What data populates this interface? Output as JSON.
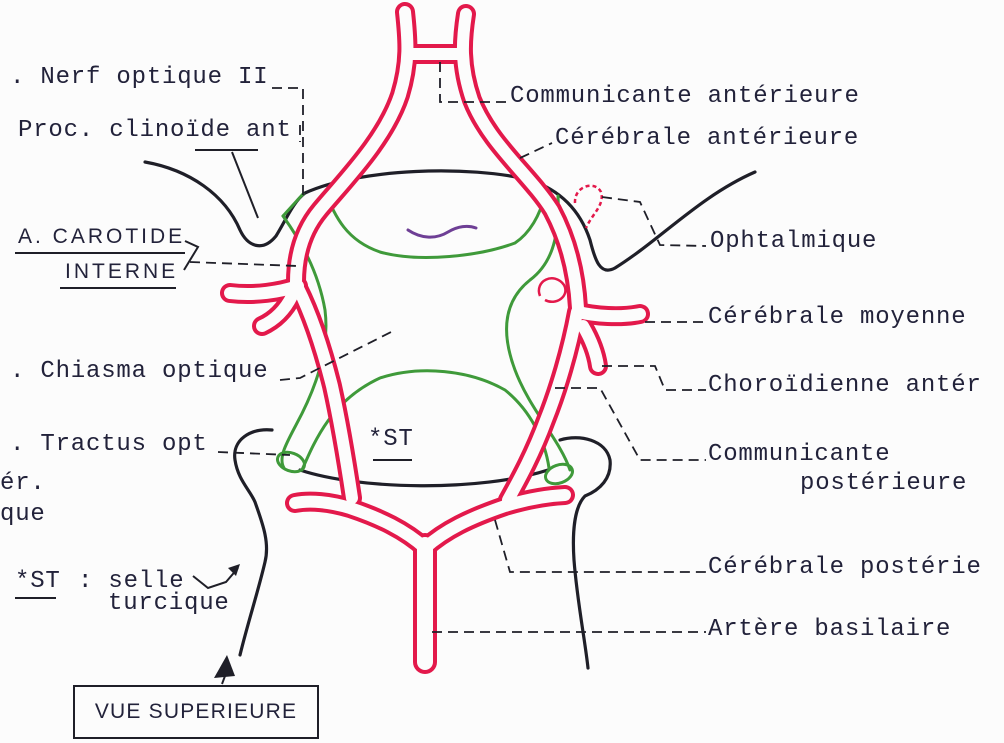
{
  "left_labels": {
    "optic_nerve": ". Nerf optique II",
    "anterior_clinoid": "Proc. clinoïde ant",
    "carotid_line1": "A. CAROTIDE",
    "carotid_line2": "INTERNE",
    "chiasm": ". Chiasma optique",
    "tract": ". Tractus opt",
    "cut_line1": "ér.",
    "cut_line2": "que",
    "legend_key": "*ST",
    "legend_text": ": selle",
    "legend_text2": "turcique"
  },
  "center_labels": {
    "sella": "*ST"
  },
  "right_labels": {
    "anterior_communicating": "Communicante antérieure",
    "anterior_cerebral": "Cérébrale antérieure",
    "ophthalmic": "Ophtalmique",
    "middle_cerebral": "Cérébrale moyenne",
    "anterior_choroidal": "Choroïdienne antér",
    "posterior_communicating_line1": "Communicante",
    "posterior_communicating_line2": "postérieure",
    "posterior_cerebral": "Cérébrale postérie",
    "basilar": "Artère basilaire"
  },
  "view_label": "VUE SUPERIEURE",
  "colors": {
    "artery": "#e3194b",
    "nerve": "#3f9a3a",
    "outline": "#1f1f28",
    "infundibulum": "#6e3f95",
    "ink": "#22223a"
  },
  "icons": {
    "view_arrow": "arrow-up-icon",
    "legend_arrow": "arrow-up-right-icon"
  }
}
